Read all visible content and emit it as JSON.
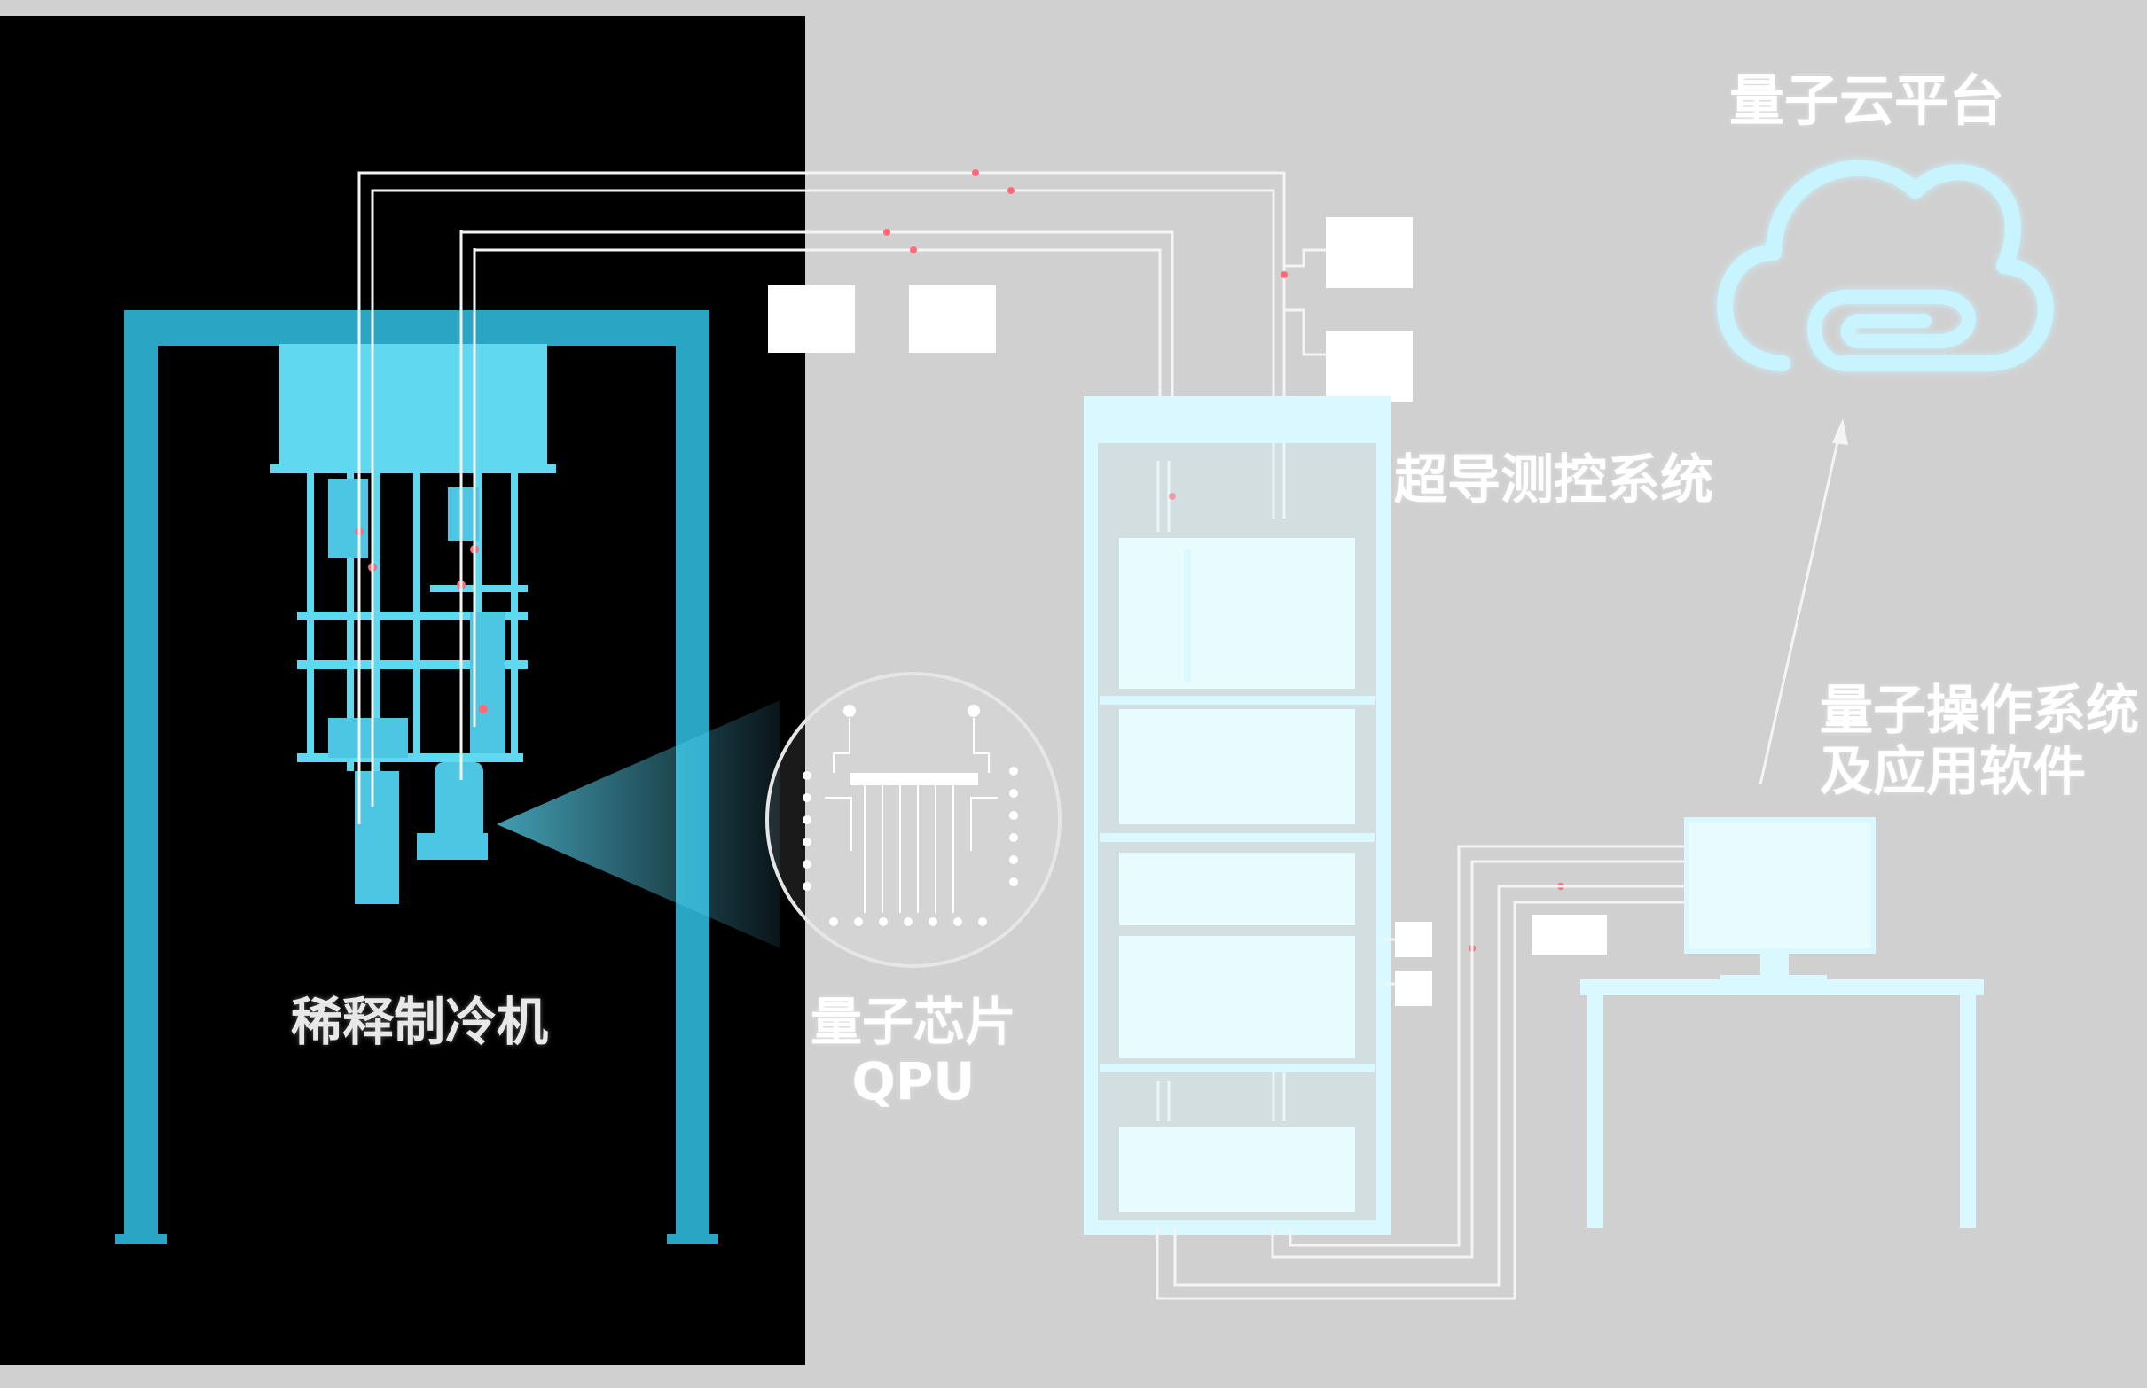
{
  "labels": {
    "fridge": "稀释制冷机",
    "qpu_line1": "量子芯片",
    "qpu_line2": "QPU",
    "cloud": "量子云平台",
    "control": "超导测控系统",
    "os_line1": "量子操作系统",
    "os_line2": "及应用软件"
  },
  "icons": {
    "cloud": "cloud-icon",
    "chip": "chip-icon",
    "rack": "rack-icon",
    "computer": "computer-icon",
    "fridge": "dilution-refrigerator-icon"
  },
  "colors": {
    "left_panel": "#000000",
    "right_panel": "#d0d0d0",
    "fridge_frame": "#2aa6c4",
    "fridge_body": "#5fd8f0",
    "equipment": "#d9f8ff",
    "cloud_stroke": "#c8f4ff",
    "wire": "#f4f4f4",
    "signal_marker": "#ff6a7a"
  }
}
